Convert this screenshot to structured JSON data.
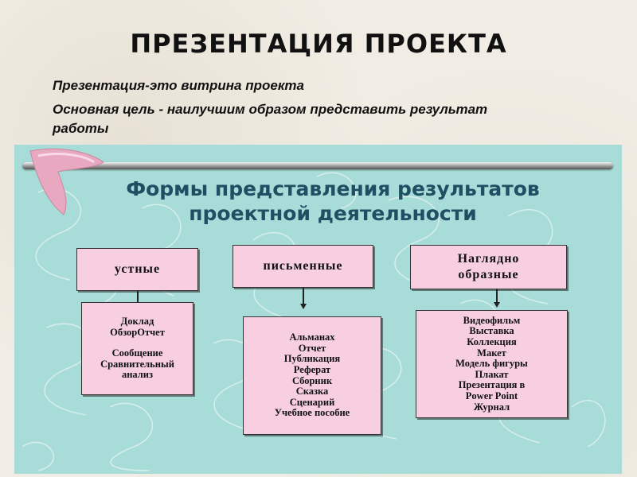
{
  "slide": {
    "title": "ПРЕЗЕНТАЦИЯ ПРОЕКТА",
    "subtitle_1": "Презентация-это витрина проекта",
    "subtitle_2": "Основная цель - наилучшим образом представить результат работы"
  },
  "diagram": {
    "title_line1": "Формы представления результатов",
    "title_line2": "проектной деятельности",
    "columns": [
      {
        "header": "устные",
        "items": [
          "Доклад",
          "ОбзорОтчет",
          "",
          "Сообщение",
          "Сравнительный",
          "анализ"
        ]
      },
      {
        "header": "письменные",
        "items": [
          "Альманах",
          "Отчет",
          "Публикация",
          "Реферат",
          "Сборник",
          "Сказка",
          "Сценарий",
          "Учебное пособие"
        ]
      },
      {
        "header_line1": "Наглядно",
        "header_line2": "образные",
        "items": [
          "Видеофильм",
          "Выставка",
          "Коллекция",
          "Макет",
          "Модель фигуры",
          "Плакат",
          "Презентация в",
          "Power Point",
          "Журнал"
        ]
      }
    ],
    "colors": {
      "background": "#a8dcd8",
      "box_fill": "#f7cfe0",
      "title_color": "#1e4f63",
      "boomerang": "#e8a8c0"
    },
    "decorations": [
      "metal-rod-icon",
      "boomerang-icon"
    ]
  }
}
